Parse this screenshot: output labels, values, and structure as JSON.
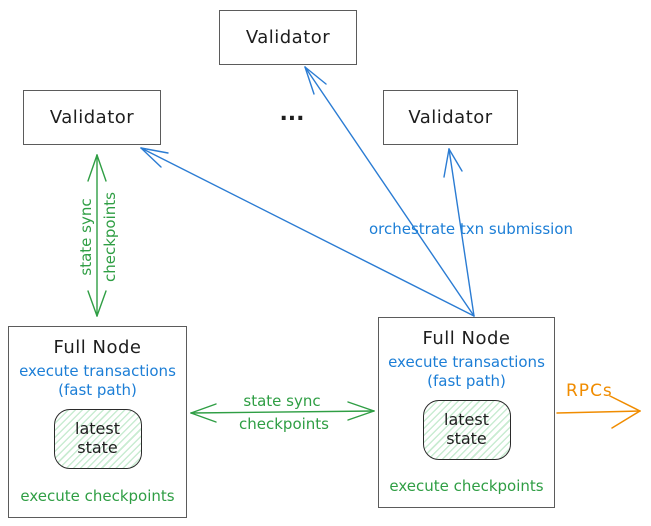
{
  "colors": {
    "green": "#2f9e44",
    "blue": "#1c7ed6",
    "orange": "#f08c00",
    "box_border": "#5b5b5b",
    "text": "#1e1e1e",
    "state_hatch_fill": "#c9ecd2"
  },
  "validators": {
    "top": {
      "label": "Validator"
    },
    "left": {
      "label": "Validator"
    },
    "right": {
      "label": "Validator"
    }
  },
  "ellipsis": "...",
  "full_node_left": {
    "title": "Full Node",
    "fast_path_line1": "execute transactions",
    "fast_path_line2": "(fast path)",
    "state_line1": "latest",
    "state_line2": "state",
    "footer": "execute checkpoints"
  },
  "full_node_right": {
    "title": "Full Node",
    "fast_path_line1": "execute transactions",
    "fast_path_line2": "(fast path)",
    "state_line1": "latest",
    "state_line2": "state",
    "footer": "execute checkpoints"
  },
  "edge_labels": {
    "vertical_state_sync": {
      "line1": "state sync",
      "line2": "checkpoints"
    },
    "horizontal_state_sync": {
      "line1": "state sync",
      "line2": "checkpoints"
    },
    "orchestrate": "orchestrate txn submission",
    "rpcs": "RPCs"
  }
}
